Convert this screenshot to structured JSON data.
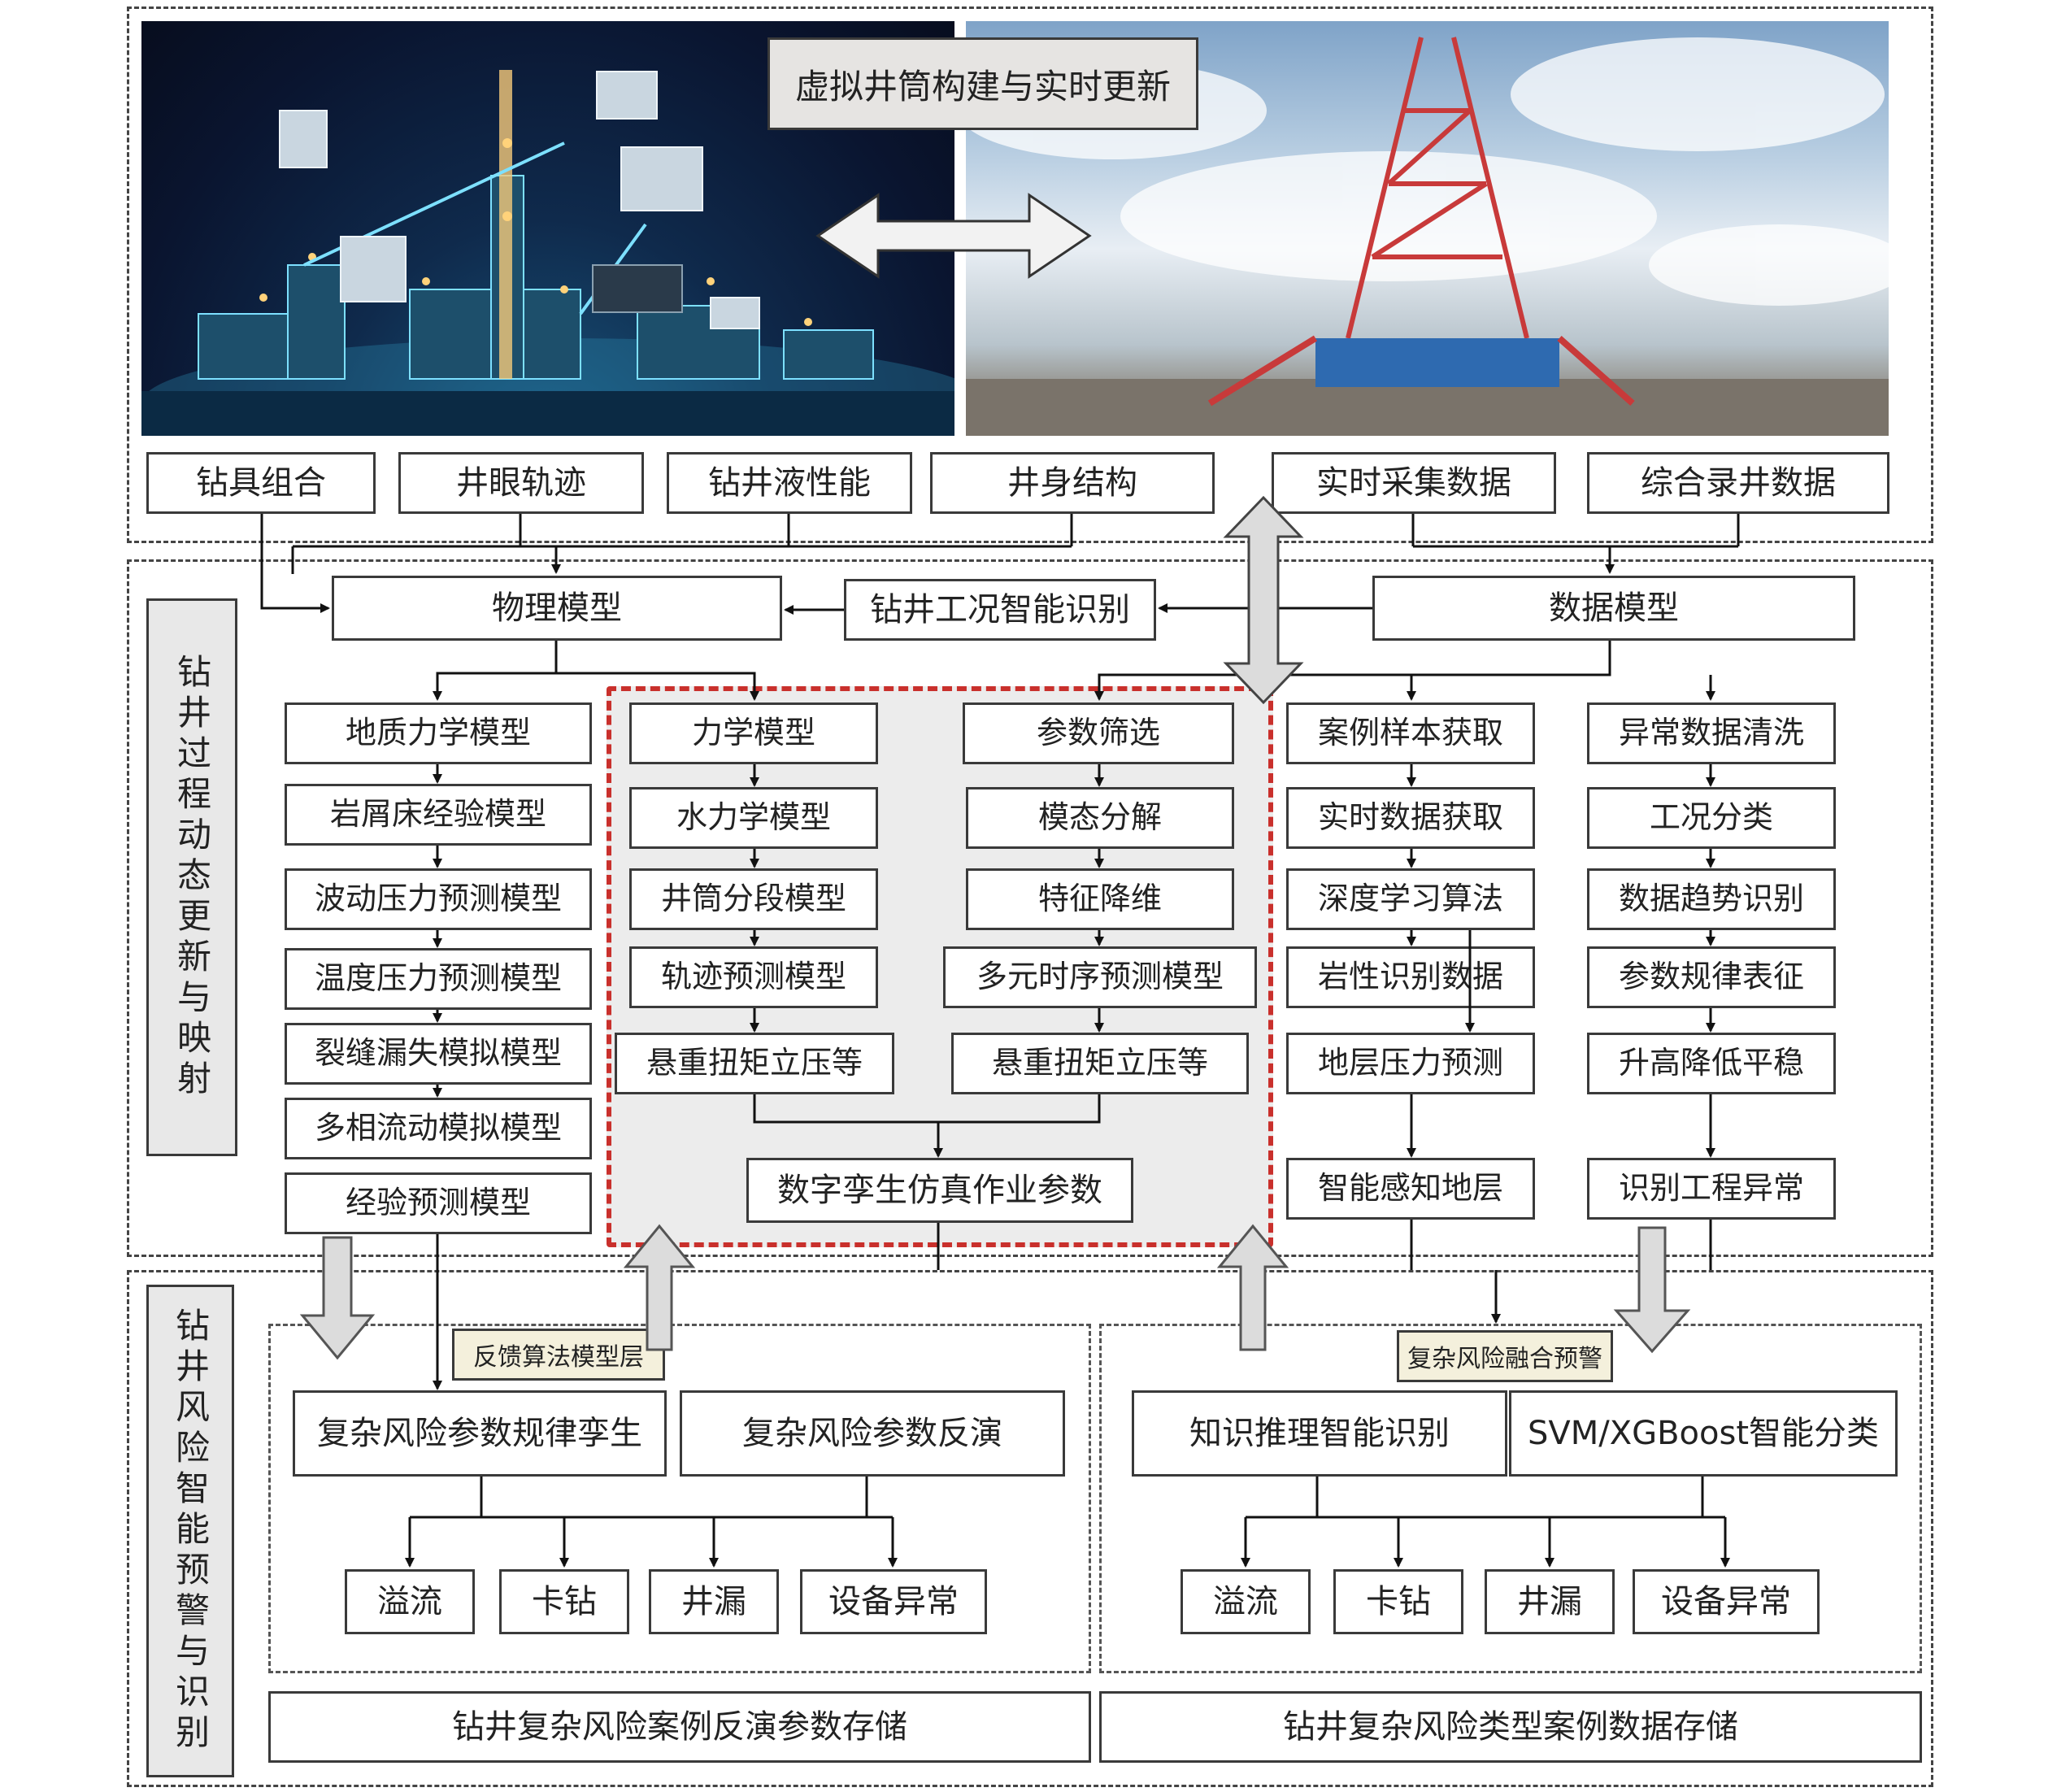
{
  "top": {
    "title": "虚拟井筒构建与实时更新",
    "inputs": [
      "钻具组合",
      "井眼轨迹",
      "钻井液性能",
      "井身结构",
      "实时采集数据",
      "综合录井数据"
    ]
  },
  "middle": {
    "side_label": "钻井过程动态更新与映射",
    "physical_model": "物理模型",
    "condition_recognition": "钻井工况智能识别",
    "data_model": "数据模型",
    "physical_list": [
      "地质力学模型",
      "岩屑床经验模型",
      "波动压力预测模型",
      "温度压力预测模型",
      "裂缝漏失模拟模型",
      "多相流动模拟模型",
      "经验预测模型"
    ],
    "mech_chain": [
      "力学模型",
      "水力学模型",
      "井筒分段模型",
      "轨迹预测模型",
      "悬重扭矩立压等"
    ],
    "param_chain": [
      "参数筛选",
      "模态分解",
      "特征降维",
      "多元时序预测模型",
      "悬重扭矩立压等"
    ],
    "twin_output": "数字孪生仿真作业参数",
    "case_chain": [
      "案例样本获取",
      "实时数据获取",
      "深度学习算法",
      "岩性识别数据",
      "地层压力预测",
      "智能感知地层"
    ],
    "clean_chain": [
      "异常数据清洗",
      "工况分类",
      "数据趋势识别",
      "参数规律表征",
      "升高降低平稳",
      "识别工程异常"
    ]
  },
  "bottom": {
    "side_label": "钻井风险智能预警与识别",
    "left": {
      "tag": "反馈算法模型层",
      "methods": [
        "复杂风险参数规律孪生",
        "复杂风险参数反演"
      ],
      "risks": [
        "溢流",
        "卡钻",
        "井漏",
        "设备异常"
      ],
      "storage": "钻井复杂风险案例反演参数存储"
    },
    "right": {
      "tag": "复杂风险融合预警",
      "methods": [
        "知识推理智能识别",
        "SVM/XGBoost智能分类"
      ],
      "risks": [
        "溢流",
        "卡钻",
        "井漏",
        "设备异常"
      ],
      "storage": "钻井复杂风险类型案例数据存储"
    }
  },
  "colors": {
    "highlight_border": "#c9302c",
    "highlight_fill": "#ececec",
    "side_label_fill": "#e8e8e8",
    "tag_fill": "#f4f0dc"
  },
  "icons": [
    "double-arrow-icon",
    "block-arrow-icon"
  ]
}
